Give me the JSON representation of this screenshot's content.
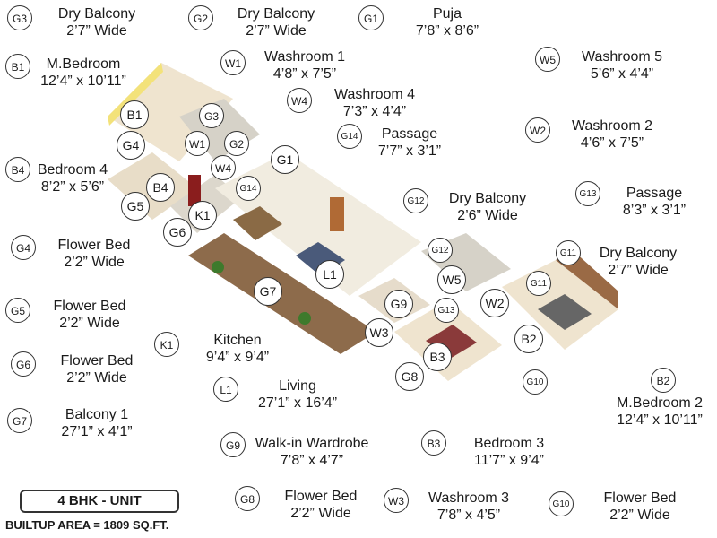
{
  "labels": [
    {
      "id": "G3",
      "name": "Dry Balcony",
      "dim": "2’7” Wide",
      "code": "G3"
    },
    {
      "id": "G2",
      "name": "Dry Balcony",
      "dim": "2’7” Wide",
      "code": "G2"
    },
    {
      "id": "G1",
      "name": "Puja",
      "dim": "7’8” x 8’6”",
      "code": "G1"
    },
    {
      "id": "B1",
      "name": "M.Bedroom",
      "dim": "12’4” x 10’11”",
      "code": "B1"
    },
    {
      "id": "W1",
      "name": "Washroom 1",
      "dim": "4’8” x 7’5”",
      "code": "W1"
    },
    {
      "id": "W5",
      "name": "Washroom 5",
      "dim": "5’6” x 4’4”",
      "code": "W5"
    },
    {
      "id": "W4",
      "name": "Washroom 4",
      "dim": "7’3” x 4’4”",
      "code": "W4"
    },
    {
      "id": "W2",
      "name": "Washroom 2",
      "dim": "4’6” x 7’5”",
      "code": "W2"
    },
    {
      "id": "G14",
      "name": "Passage",
      "dim": "7’7” x 3’1”",
      "code": "G14"
    },
    {
      "id": "B4",
      "name": "Bedroom 4",
      "dim": "8’2” x 5’6”",
      "code": "B4"
    },
    {
      "id": "G13",
      "name": "Passage",
      "dim": "8’3” x 3’1”",
      "code": "G13"
    },
    {
      "id": "G12",
      "name": "Dry Balcony",
      "dim": "2’6” Wide",
      "code": "G12"
    },
    {
      "id": "G4",
      "name": "Flower Bed",
      "dim": "2’2” Wide",
      "code": "G4"
    },
    {
      "id": "G11",
      "name": "Dry Balcony",
      "dim": "2’7” Wide",
      "code": "G11"
    },
    {
      "id": "G5",
      "name": "Flower Bed",
      "dim": "2’2” Wide",
      "code": "G5"
    },
    {
      "id": "K1",
      "name": "Kitchen",
      "dim": "9’4” x 9’4”",
      "code": "K1"
    },
    {
      "id": "G6",
      "name": "Flower Bed",
      "dim": "2’2” Wide",
      "code": "G6"
    },
    {
      "id": "L1",
      "name": "Living",
      "dim": "27’1” x 16’4”",
      "code": "L1"
    },
    {
      "id": "B2",
      "name": "M.Bedroom 2",
      "dim": "12’4” x 10’11”",
      "code": "B2"
    },
    {
      "id": "G7",
      "name": "Balcony 1",
      "dim": "27’1” x 4’1”",
      "code": "G7"
    },
    {
      "id": "G9",
      "name": "Walk-in Wardrobe",
      "dim": "7’8” x 4’7”",
      "code": "G9"
    },
    {
      "id": "B3",
      "name": "Bedroom 3",
      "dim": "11’7” x 9’4”",
      "code": "B3"
    },
    {
      "id": "G8",
      "name": "Flower Bed",
      "dim": "2’2” Wide",
      "code": "G8"
    },
    {
      "id": "W3",
      "name": "Washroom 3",
      "dim": "7’8” x 4’5”",
      "code": "W3"
    },
    {
      "id": "G10",
      "name": "Flower Bed",
      "dim": "2’2” Wide",
      "code": "G10"
    }
  ],
  "plan_badges": [
    "B1",
    "G3",
    "G4",
    "W1",
    "G2",
    "W4",
    "G1",
    "B4",
    "G14",
    "G5",
    "K1",
    "G6",
    "L1",
    "G7",
    "G12",
    "W5",
    "G9",
    "G13",
    "W2",
    "G11",
    "W3",
    "B3",
    "G8",
    "B2",
    "G10"
  ],
  "footer": {
    "unit": "4 BHK - UNIT",
    "area": "BUILTUP AREA = 1809 SQ.FT."
  },
  "colors": {
    "floor": "#ece6d8",
    "wall": "#c9c3b6",
    "wood": "#8a5a3a",
    "accent_wall": "#f3e27a",
    "glass": "#a9c4cf"
  }
}
